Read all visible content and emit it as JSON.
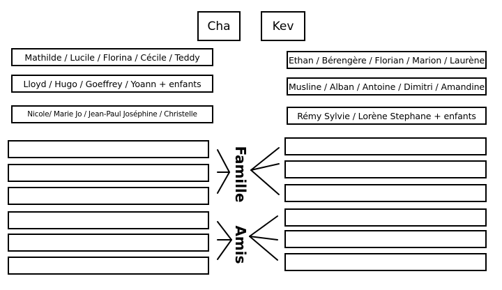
{
  "heads": {
    "left": "Cha",
    "right": "Kev"
  },
  "left_groups": [
    "Mathilde / Lucile / Florina / Cécile / Teddy",
    "Lloyd / Hugo / Goeffrey / Yoann + enfants",
    "Nicole/ Marie Jo / Jean-Paul Joséphine / Christelle"
  ],
  "right_groups": [
    "Ethan / Bérengère / Florian / Marion / Laurène",
    "Musline / Alban / Antoine / Dimitri / Amandine",
    "Rémy Sylvie / Lorène Stephane + enfants"
  ],
  "categories": {
    "family": "Famille",
    "friends": "Amis"
  },
  "colors": {
    "stroke": "#000000",
    "background": "#ffffff"
  }
}
